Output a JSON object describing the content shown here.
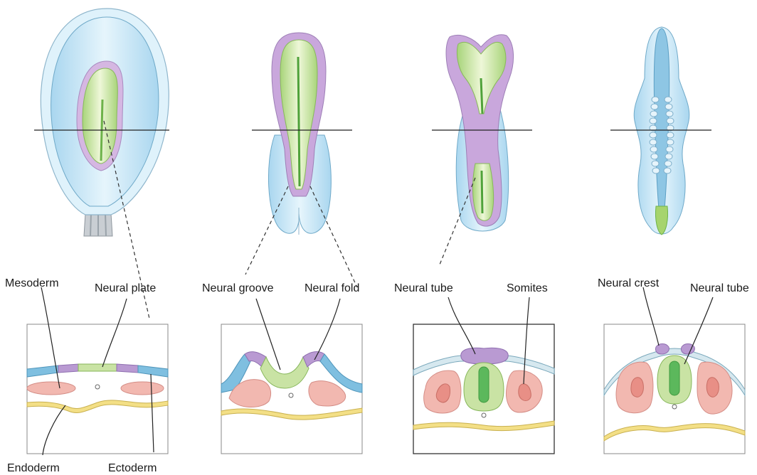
{
  "labels": {
    "stage1": {
      "mesoderm": "Mesoderm",
      "neural_plate": "Neural plate",
      "endoderm": "Endoderm",
      "ectoderm": "Ectoderm"
    },
    "stage2": {
      "neural_groove": "Neural groove",
      "neural_fold": "Neural fold"
    },
    "stage3": {
      "neural_tube": "Neural tube",
      "somites": "Somites"
    },
    "stage4": {
      "neural_crest": "Neural crest",
      "neural_tube": "Neural tube"
    }
  },
  "colors": {
    "ectoderm": "#7fbfe0",
    "neural_plate": "#c9e3a4",
    "neural_fold": "#b99ad2",
    "mesoderm": "#f2b8b0",
    "endoderm": "#f3df86",
    "neural_tube_core": "#5cb85c",
    "embryo_blue": "#cfe9f7"
  }
}
